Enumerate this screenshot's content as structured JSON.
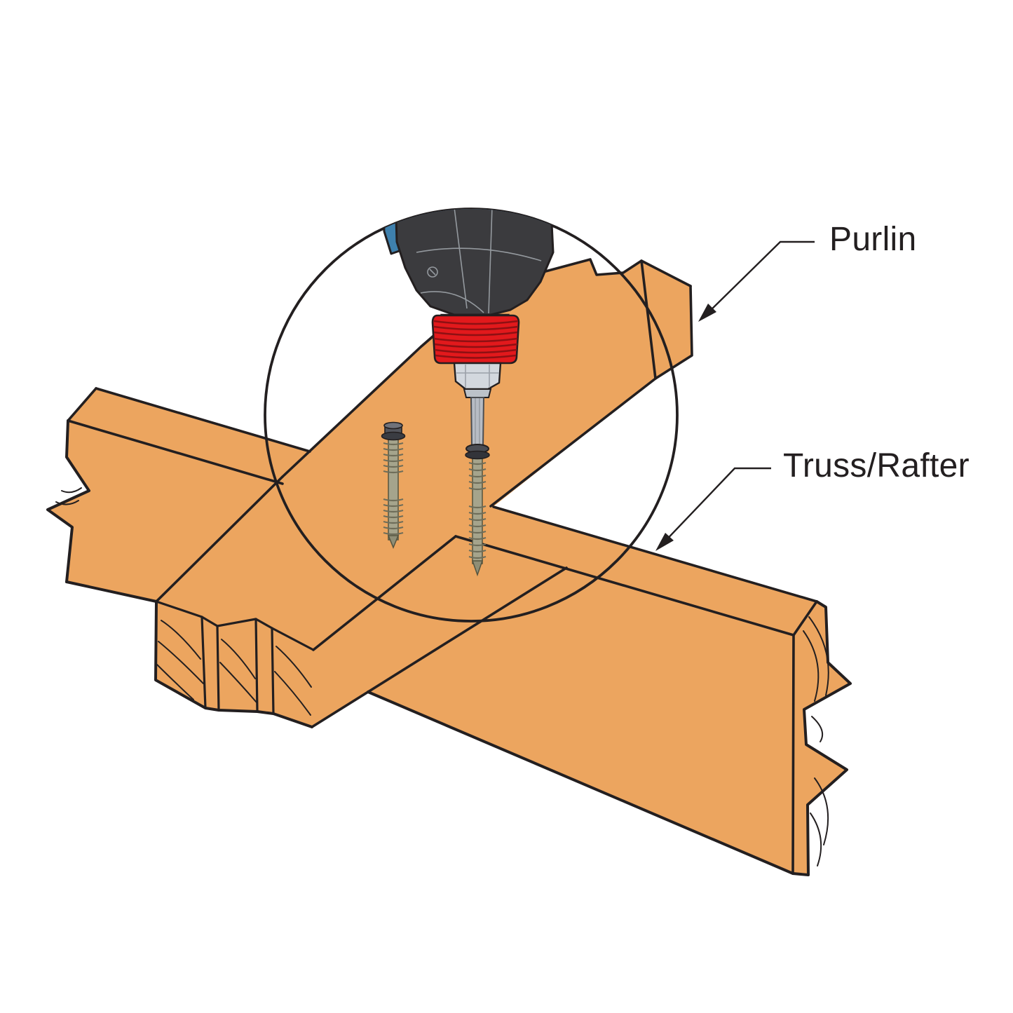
{
  "figure": {
    "type": "installation-illustration",
    "background": "#FFFFFF",
    "labels": {
      "purlin": "Purlin",
      "truss_rafter": "Truss/Rafter"
    },
    "components": {
      "drill": "cordless-drill",
      "sleeve": "red-coil-screw-sleeve",
      "bit": "driver-bit-extension",
      "screw_driven": "screw-being-driven",
      "screw_standing": "standing-screw",
      "callout": "detail-circle",
      "purlin_beam": "purlin-lumber-beam",
      "truss_beam": "truss-rafter-lumber-beam"
    },
    "colors": {
      "wood": "#ECA55F",
      "outline": "#231F20",
      "drill_blue": "#3E80AD",
      "drill_body": "#3B3B3E",
      "sleeve_red": "#E2191C",
      "sleeve_ring": "#8F1013",
      "metal": "#D3D8DE",
      "bit_metal": "#B7BCC4",
      "screw_body": "#A5A48C",
      "screw_head": "#4B4D54",
      "label_text": "#231F20"
    }
  }
}
